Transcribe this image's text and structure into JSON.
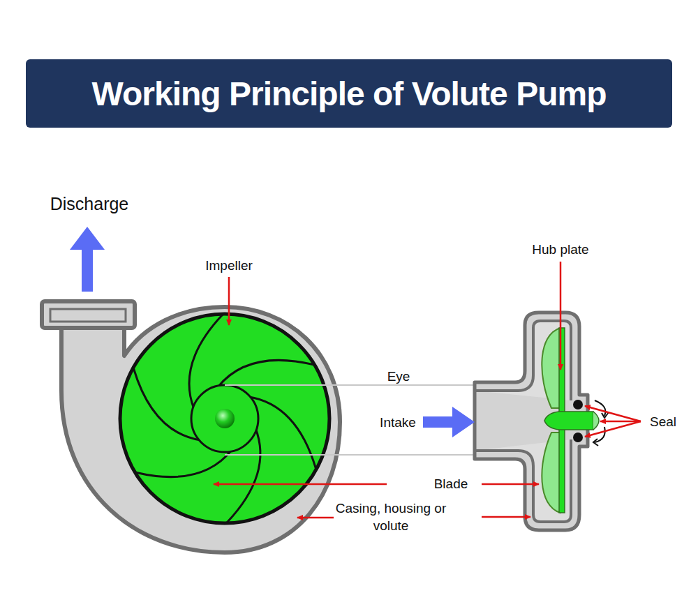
{
  "diagram": {
    "title": "Working Principle of Volute Pump",
    "labels": [
      "Discharge",
      "Impeller",
      "Hub plate",
      "Eye",
      "Intake",
      "Seal",
      "Blade",
      "Casing, housing or volute"
    ]
  }
}
